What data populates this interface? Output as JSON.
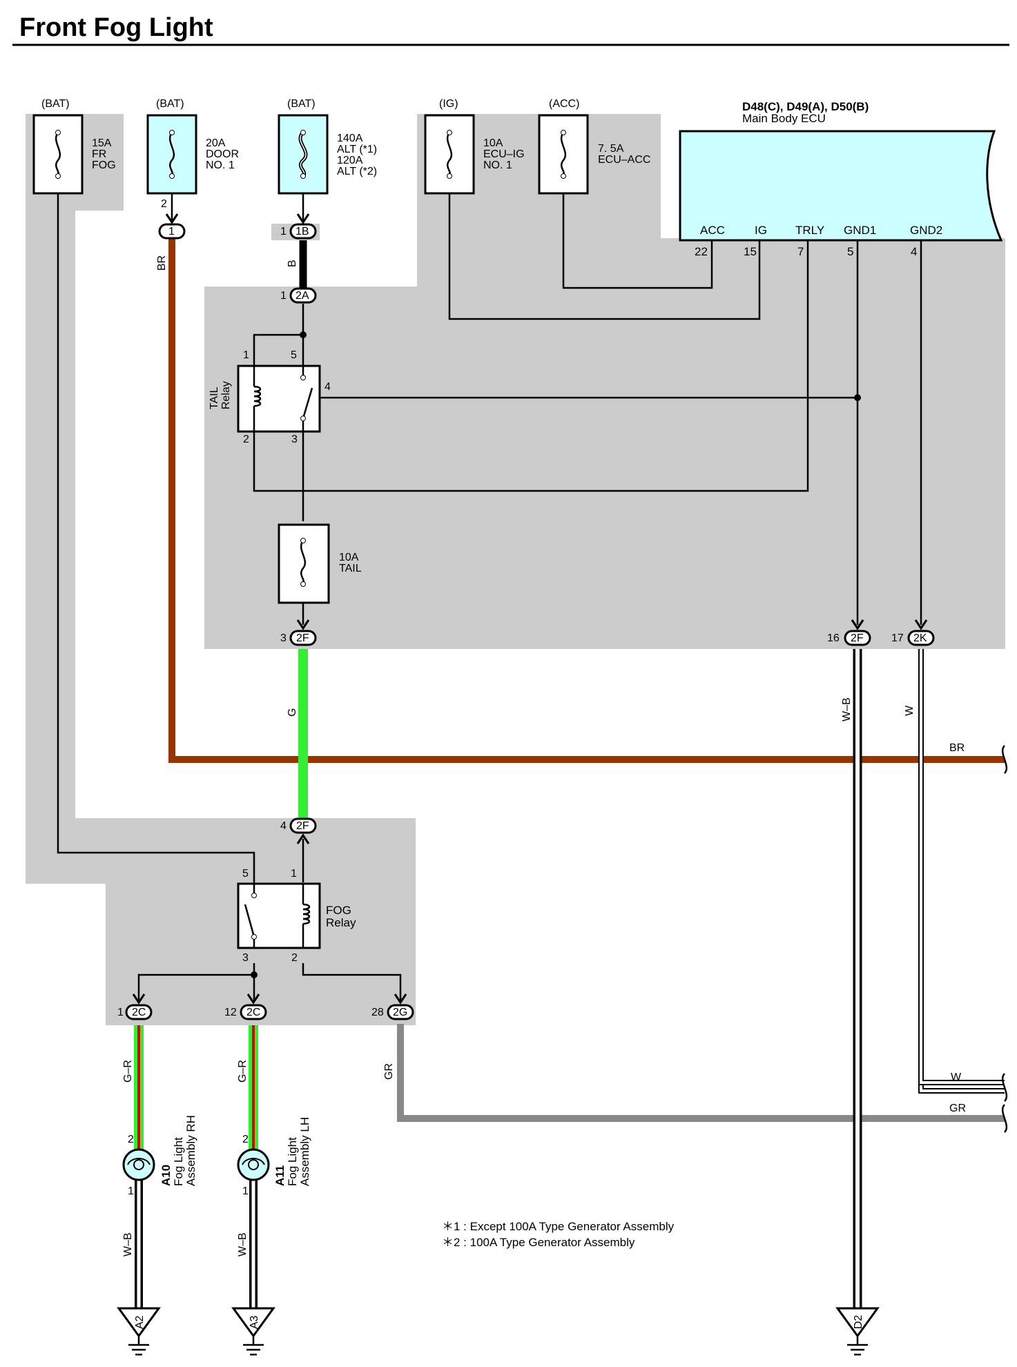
{
  "title": "Front Fog Light",
  "colors": {
    "shade": "#cccccc",
    "component_fill": "#ccffff",
    "wire_br": "#993300",
    "wire_g": "#33ee33",
    "wire_gr": "#888888",
    "wire_gr_stripe": "#e00000",
    "wire_wb": "#000000",
    "wire_w": "#ffffff"
  },
  "fuses": [
    {
      "source": "(BAT)",
      "lines": [
        "15A",
        "FR",
        "FOG"
      ]
    },
    {
      "source": "(BAT)",
      "lines": [
        "20A",
        "DOOR",
        "NO. 1"
      ],
      "pin": "2"
    },
    {
      "source": "(BAT)",
      "lines": [
        "140A",
        "ALT (*1)",
        "120A",
        "ALT (*2)"
      ]
    },
    {
      "source": "(IG)",
      "lines": [
        "10A",
        "ECU–IG",
        "NO. 1"
      ]
    },
    {
      "source": "(ACC)",
      "lines": [
        "7. 5A",
        "ECU–ACC"
      ]
    },
    {
      "source": "",
      "lines": [
        "10A",
        "TAIL"
      ]
    }
  ],
  "ecu": {
    "code": "D48(C), D49(A), D50(B)",
    "name": "Main Body ECU",
    "terminals": [
      {
        "name": "ACC",
        "pin": "22"
      },
      {
        "name": "IG",
        "pin": "15"
      },
      {
        "name": "TRLY",
        "pin": "7"
      },
      {
        "name": "GND1",
        "pin": "5"
      },
      {
        "name": "GND2",
        "pin": "4"
      }
    ]
  },
  "relays": {
    "tail": {
      "name_1": "TAIL",
      "name_2": "Relay",
      "pins": [
        "1",
        "5",
        "4",
        "2",
        "3"
      ]
    },
    "fog": {
      "name_1": "FOG",
      "name_2": "Relay",
      "pins": [
        "5",
        "1",
        "3",
        "2"
      ]
    }
  },
  "connectors": [
    {
      "id": "1",
      "pin": ""
    },
    {
      "id": "1B",
      "pin": "1"
    },
    {
      "id": "2A",
      "pin": "1"
    },
    {
      "id": "2F",
      "pin": "3"
    },
    {
      "id": "2F",
      "pin": "16"
    },
    {
      "id": "2K",
      "pin": "17"
    },
    {
      "id": "2F",
      "pin": "4"
    },
    {
      "id": "2C",
      "pin": "1"
    },
    {
      "id": "2C",
      "pin": "12"
    },
    {
      "id": "2G",
      "pin": "28"
    }
  ],
  "wire_labels": {
    "br": "BR",
    "b": "B",
    "g": "G",
    "wb": "W–B",
    "w": "W",
    "gr": "GR",
    "gr_lamp": "G–R"
  },
  "lamps": [
    {
      "code": "A10",
      "line1": "Fog Light",
      "line2": "Assembly RH",
      "pin_top": "2",
      "pin_bottom": "1"
    },
    {
      "code": "A11",
      "line1": "Fog Light",
      "line2": "Assembly LH",
      "pin_top": "2",
      "pin_bottom": "1"
    }
  ],
  "grounds": [
    "A2",
    "A3",
    "D2"
  ],
  "notes": [
    "＊1 : Except 100A Type Generator Assembly",
    "＊2 : 100A Type Generator Assembly"
  ]
}
